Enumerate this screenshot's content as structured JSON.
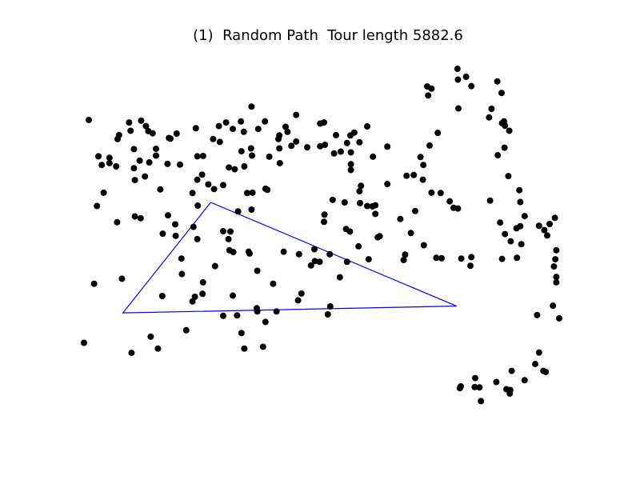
{
  "chart_data": {
    "type": "scatter",
    "title": "(1)  Random Path  Tour length 5882.6",
    "xlabel": "",
    "ylabel": "",
    "grid": false,
    "axes_visible": false,
    "xlim": [
      0,
      1000
    ],
    "ylim": [
      0,
      1000
    ],
    "colors": {
      "point": "#000000",
      "path": "#0000ff"
    },
    "points": [
      [
        0,
        790
      ],
      [
        99,
        818
      ],
      [
        154,
        806
      ],
      [
        21,
        626
      ],
      [
        79,
        612
      ],
      [
        139,
        773
      ],
      [
        163,
        660
      ],
      [
        213,
        755
      ],
      [
        226,
        675
      ],
      [
        231,
        662
      ],
      [
        204,
        599
      ],
      [
        191,
        493
      ],
      [
        190,
        461
      ],
      [
        106,
        439
      ],
      [
        69,
        455
      ],
      [
        27,
        410
      ],
      [
        41,
        373
      ],
      [
        118,
        444
      ],
      [
        127,
        328
      ],
      [
        174,
        293
      ],
      [
        236,
        337
      ],
      [
        226,
        374
      ],
      [
        159,
        364
      ],
      [
        180,
        223
      ],
      [
        177,
        221
      ],
      [
        129,
        188
      ],
      [
        94,
        178
      ],
      [
        97,
        201
      ],
      [
        119,
        173
      ],
      [
        134,
        202
      ],
      [
        10,
        171
      ],
      [
        73,
        213
      ],
      [
        70,
        224
      ],
      [
        67,
        300
      ],
      [
        104,
        252
      ],
      [
        104,
        305
      ],
      [
        106,
        338
      ],
      [
        53,
        291
      ],
      [
        53,
        276
      ],
      [
        37,
        296
      ],
      [
        30,
        272
      ],
      [
        136,
        289
      ],
      [
        116,
        284
      ],
      [
        150,
        270
      ],
      [
        236,
        272
      ],
      [
        259,
        350
      ],
      [
        246,
        323
      ],
      [
        314,
        308
      ],
      [
        340,
        374
      ],
      [
        290,
        352
      ],
      [
        271,
        363
      ],
      [
        321,
        425
      ],
      [
        351,
        373
      ],
      [
        382,
        365
      ],
      [
        378,
        362
      ],
      [
        408,
        291
      ],
      [
        432,
        243
      ],
      [
        407,
        214
      ],
      [
        424,
        204
      ],
      [
        333,
        204
      ],
      [
        281,
        188
      ],
      [
        328,
        258
      ],
      [
        269,
        224
      ],
      [
        296,
        178
      ],
      [
        310,
        196
      ],
      [
        327,
        175
      ],
      [
        349,
        134
      ],
      [
        363,
        196
      ],
      [
        386,
        273
      ],
      [
        350,
        270
      ],
      [
        334,
        300
      ],
      [
        302,
        303
      ],
      [
        349,
        420
      ],
      [
        343,
        537
      ],
      [
        345,
        542
      ],
      [
        416,
        537
      ],
      [
        481,
        563
      ],
      [
        473,
        575
      ],
      [
        491,
        565
      ],
      [
        512,
        544
      ],
      [
        533,
        608
      ],
      [
        548,
        565
      ],
      [
        593,
        558
      ],
      [
        616,
        494
      ],
      [
        612,
        497
      ],
      [
        590,
        410
      ],
      [
        574,
        369
      ],
      [
        601,
        411
      ],
      [
        607,
        408
      ],
      [
        577,
        354
      ],
      [
        602,
        273
      ],
      [
        556,
        294
      ],
      [
        535,
        259
      ],
      [
        556,
        261
      ],
      [
        574,
        233
      ],
      [
        555,
        214
      ],
      [
        502,
        240
      ],
      [
        521,
        264
      ],
      [
        492,
        244
      ],
      [
        442,
        231
      ],
      [
        420,
        190
      ],
      [
        405,
        224
      ],
      [
        348,
        250
      ],
      [
        283,
        232
      ],
      [
        248,
        271
      ],
      [
        233,
        194
      ],
      [
        193,
        209
      ],
      [
        150,
        251
      ],
      [
        143,
        208
      ],
      [
        200,
        295
      ],
      [
        237,
        409
      ],
      [
        305,
        481
      ],
      [
        290,
        480
      ],
      [
        301,
        502
      ],
      [
        236,
        502
      ],
      [
        228,
        468
      ],
      [
        175,
        436
      ],
      [
        164,
        487
      ],
      [
        203,
        556
      ],
      [
        247,
        654
      ],
      [
        248,
        622
      ],
      [
        273,
        577
      ],
      [
        311,
        538
      ],
      [
        303,
        533
      ],
      [
        310,
        659
      ],
      [
        290,
        715
      ],
      [
        319,
        714
      ],
      [
        328,
        763
      ],
      [
        334,
        806
      ],
      [
        373,
        801
      ],
      [
        378,
        732
      ],
      [
        401,
        703
      ],
      [
        361,
        703
      ],
      [
        360,
        694
      ],
      [
        361,
        590
      ],
      [
        394,
        626
      ],
      [
        446,
        672
      ],
      [
        453,
        653
      ],
      [
        508,
        711
      ],
      [
        513,
        689
      ],
      [
        448,
        544
      ],
      [
        480,
        530
      ],
      [
        572,
        522
      ],
      [
        554,
        481
      ],
      [
        546,
        474
      ],
      [
        501,
        434
      ],
      [
        500,
        454
      ],
      [
        518,
        393
      ],
      [
        543,
        400
      ],
      [
        575,
        402
      ],
      [
        556,
        310
      ],
      [
        548,
        235
      ],
      [
        492,
        181
      ],
      [
        465,
        247
      ],
      [
        407,
        250
      ],
      [
        377,
        175
      ],
      [
        442,
        157
      ],
      [
        500,
        178
      ],
      [
        525,
        213
      ],
      [
        563,
        206
      ],
      [
        590,
        189
      ],
      [
        632,
        245
      ],
      [
        632,
        349
      ],
      [
        607,
        432
      ],
      [
        659,
        446
      ],
      [
        690,
        424
      ],
      [
        681,
        485
      ],
      [
        666,
        560
      ],
      [
        669,
        545
      ],
      [
        708,
        519
      ],
      [
        734,
        554
      ],
      [
        745,
        555
      ],
      [
        786,
        556
      ],
      [
        807,
        552
      ],
      [
        805,
        576
      ],
      [
        871,
        557
      ],
      [
        902,
        554
      ],
      [
        889,
        508
      ],
      [
        918,
        438
      ],
      [
        909,
        399
      ],
      [
        907,
        366
      ],
      [
        884,
        327
      ],
      [
        862,
        269
      ],
      [
        876,
        248
      ],
      [
        886,
        201
      ],
      [
        871,
        180
      ],
      [
        877,
        187
      ],
      [
        875,
        175
      ],
      [
        844,
        164
      ],
      [
        849,
        140
      ],
      [
        870,
        96
      ],
      [
        861,
        64
      ],
      [
        807,
        77
      ],
      [
        778,
        29
      ],
      [
        779,
        59
      ],
      [
        796,
        51
      ],
      [
        715,
        78
      ],
      [
        717,
        103
      ],
      [
        724,
        84
      ],
      [
        780,
        139
      ],
      [
        737,
        207
      ],
      [
        720,
        242
      ],
      [
        701,
        274
      ],
      [
        707,
        296
      ],
      [
        672,
        326
      ],
      [
        687,
        324
      ],
      [
        706,
        337
      ],
      [
        724,
        373
      ],
      [
        743,
        374
      ],
      [
        762,
        397
      ],
      [
        770,
        415
      ],
      [
        779,
        417
      ],
      [
        846,
        395
      ],
      [
        867,
        456
      ],
      [
        877,
        488
      ],
      [
        901,
        472
      ],
      [
        911,
        516
      ],
      [
        909,
        466
      ],
      [
        948,
        465
      ],
      [
        970,
        460
      ],
      [
        959,
        477
      ],
      [
        965,
        492
      ],
      [
        981,
        443
      ],
      [
        984,
        533
      ],
      [
        982,
        558
      ],
      [
        979,
        578
      ],
      [
        984,
        607
      ],
      [
        984,
        622
      ],
      [
        977,
        687
      ],
      [
        944,
        713
      ],
      [
        990,
        722
      ],
      [
        948,
        817
      ],
      [
        940,
        849
      ],
      [
        957,
        868
      ],
      [
        962,
        871
      ],
      [
        891,
        868
      ],
      [
        918,
        894
      ],
      [
        888,
        921
      ],
      [
        815,
        888
      ],
      [
        814,
        913
      ],
      [
        824,
        914
      ],
      [
        887,
        931
      ],
      [
        880,
        919
      ],
      [
        859,
        899
      ],
      [
        827,
        952
      ],
      [
        785,
        911
      ],
      [
        783,
        916
      ]
    ],
    "path": [
      [
        264,
        400
      ],
      [
        81,
        707
      ],
      [
        776,
        688
      ]
    ],
    "path_closed": true
  }
}
